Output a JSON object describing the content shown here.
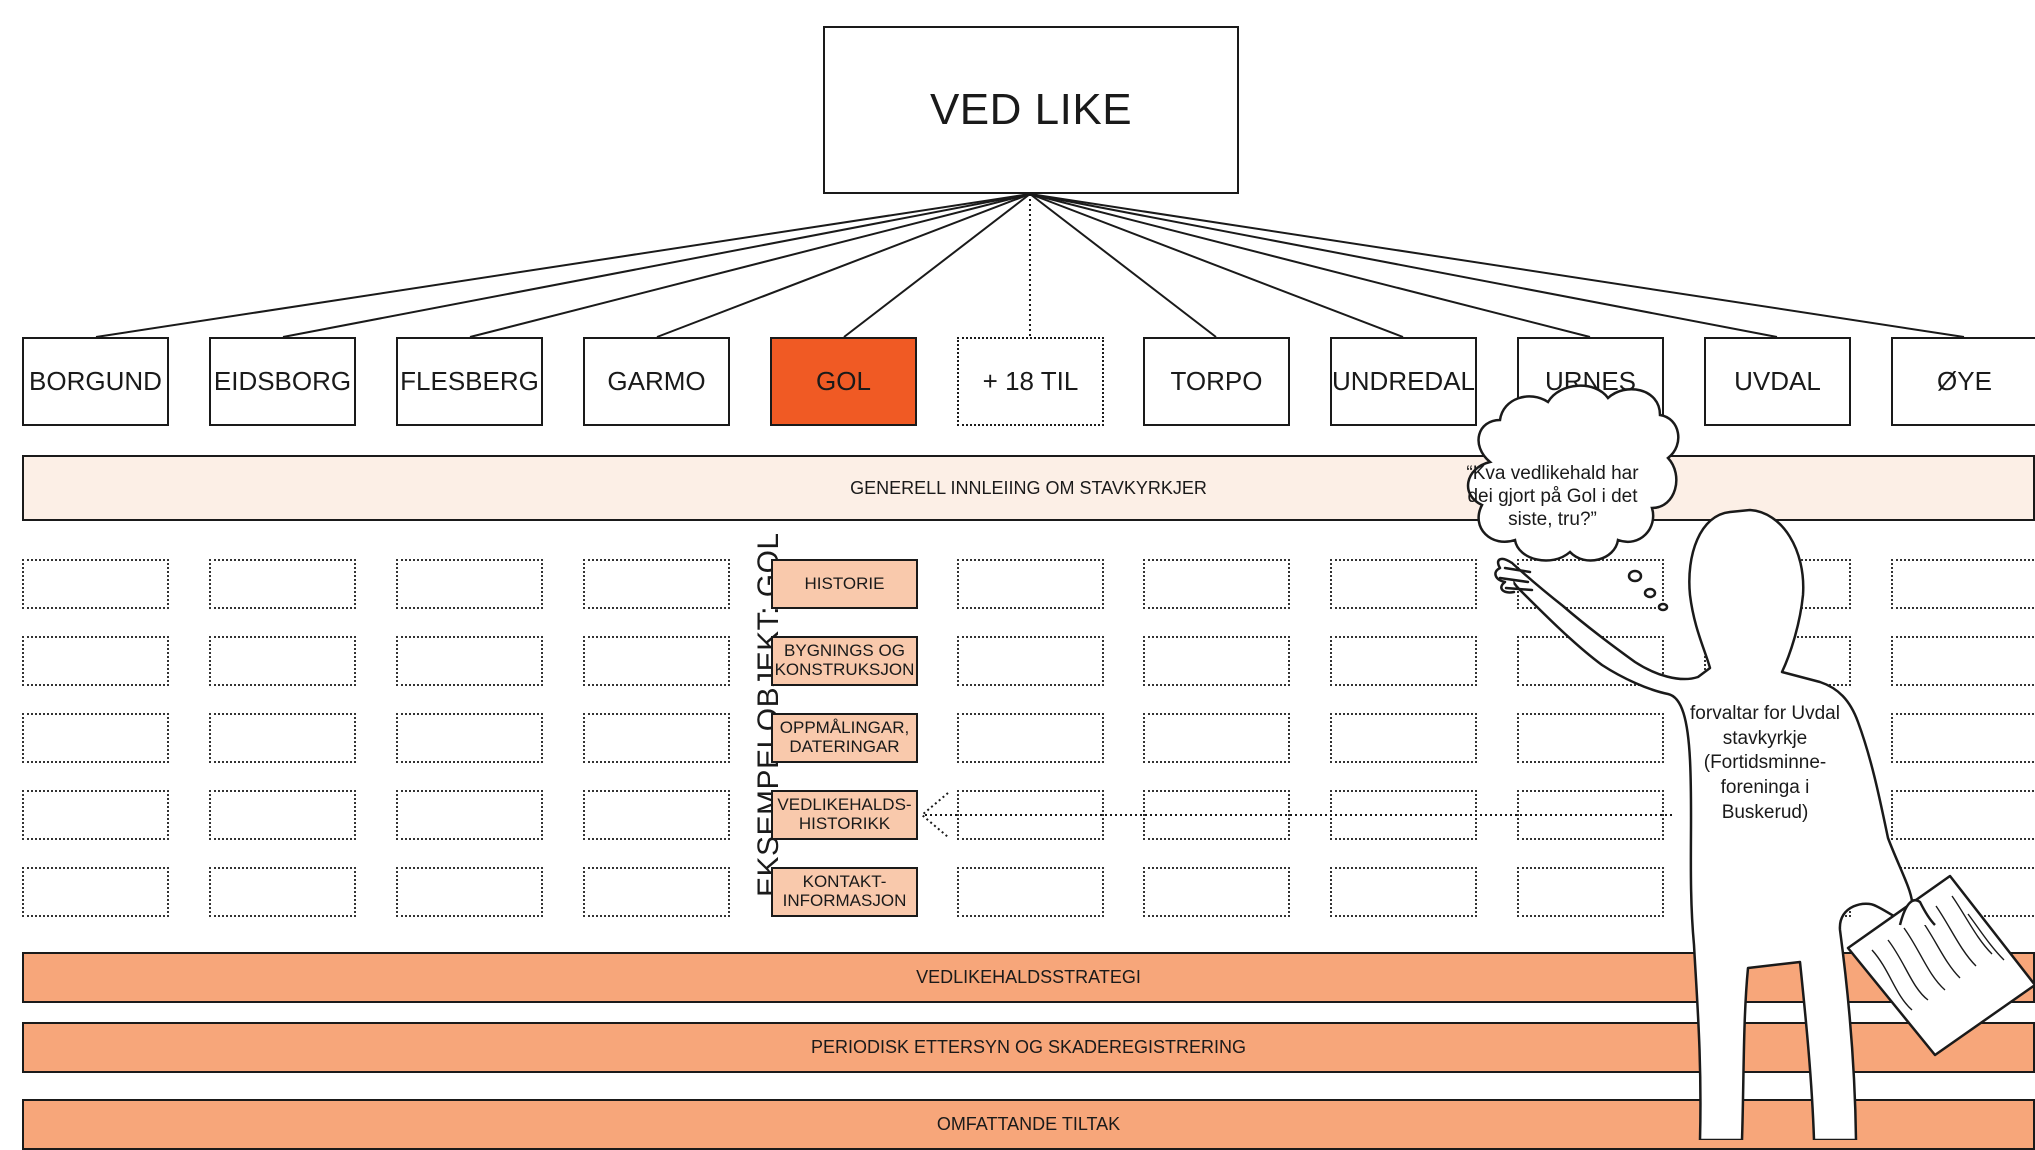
{
  "root": {
    "label": "VED LIKE"
  },
  "churches": [
    {
      "label": "BORGUND",
      "style": "normal"
    },
    {
      "label": "EIDSBORG",
      "style": "normal"
    },
    {
      "label": "FLESBERG",
      "style": "normal"
    },
    {
      "label": "GARMO",
      "style": "normal"
    },
    {
      "label": "GOL",
      "style": "selected"
    },
    {
      "label": "+ 18 TIL",
      "style": "dotted"
    },
    {
      "label": "TORPO",
      "style": "normal"
    },
    {
      "label": "UNDREDAL",
      "style": "normal"
    },
    {
      "label": "URNES",
      "style": "normal"
    },
    {
      "label": "UVDAL",
      "style": "normal"
    },
    {
      "label": "ØYE",
      "style": "normal"
    }
  ],
  "bands": {
    "intro": "GENERELL INNLEIING OM STAVKYRKJER",
    "strategy": "VEDLIKEHALDSSTRATEGI",
    "periodic": "PERIODISK ETTERSYN OG SKADEREGISTRERING",
    "measures": "OMFATTANDE TILTAK"
  },
  "example": {
    "label": "EKSEMPELOBJEKT: GOL",
    "topics": [
      "HISTORIE",
      "BYGNINGS OG KONSTRUKSJON",
      "OPPMÅLINGAR, DATERINGAR",
      "VEDLIKEHALDS-HISTORIKK",
      "KONTAKT-INFORMASJON"
    ]
  },
  "thought_bubble": "“Kva vedlikehald har dei gjort på Gol i det siste, tru?”",
  "person_label": "forvaltar for Uvdal stavkyrkje (Fortidsminne-foreninga i Buskerud)",
  "colors": {
    "selected": "#f05a24",
    "topic": "#f9c9ac",
    "band_dark": "#f7a67a",
    "band_light": "#fcefe6",
    "stroke": "#1a1a1a"
  }
}
